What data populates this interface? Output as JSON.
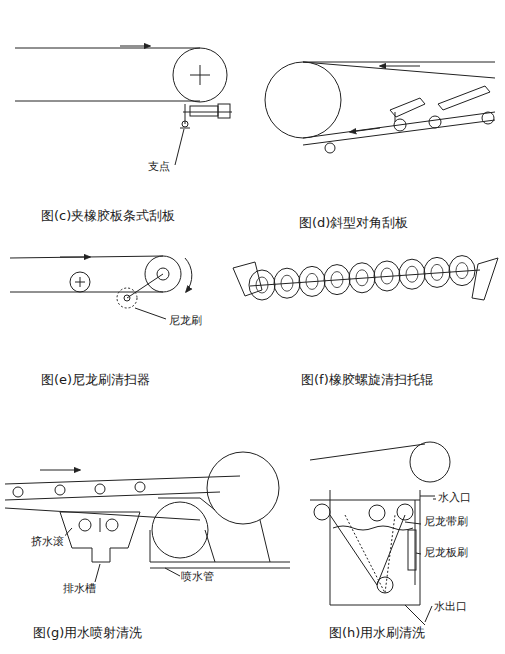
{
  "diagram": {
    "labels": [
      "支点",
      "图(c)夹橡胶板条式刮板",
      "图(d)斜型对角刮板",
      "尼龙刷",
      "图(e)尼龙刷清扫器",
      "图(f)橡胶螺旋清扫托辊",
      "挤水滚",
      "排水槽",
      "喷水管",
      "图(g)用水喷射清洗",
      "水入口",
      "尼龙带刷",
      "尼龙板刷",
      "水出口",
      "图(h)用水刷清洗"
    ]
  }
}
